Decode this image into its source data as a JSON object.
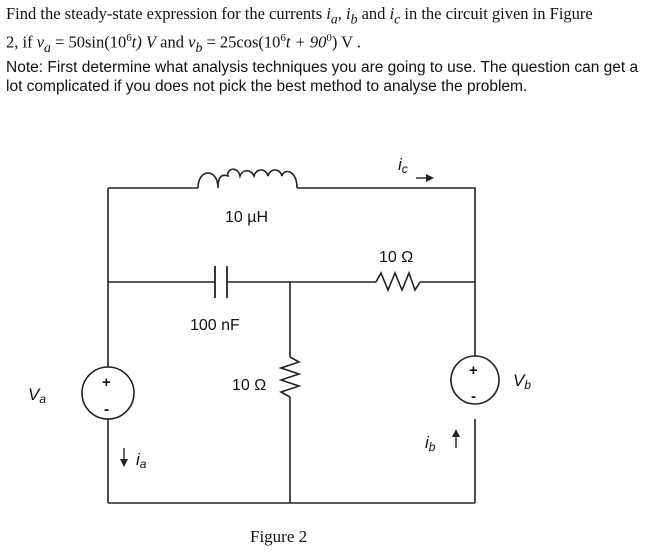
{
  "problem": {
    "line1_a": "Find the steady-state expression for the currents ",
    "ia": "i",
    "ia_sub": "a",
    "sep1": ", ",
    "ib": "i",
    "ib_sub": "b",
    "and": " and ",
    "ic": "i",
    "ic_sub": "c",
    "line1_b": " in the circuit given in Figure",
    "line2_a": "2, if ",
    "va_expr": "v",
    "va_sub": "a",
    "va_eq": " = 50sin(10",
    "exp6a": "6",
    "va_end": "t) V",
    "and2": " and ",
    "vb_expr": "v",
    "vb_sub": "b",
    "vb_eq": " = 25cos(10",
    "exp6b": "6",
    "vb_mid": "t + 90",
    "deg": "0",
    "vb_end": ") V .",
    "note": "Note: First determine what analysis techniques you are going to use. The question can get a lot complicated if you does not pick the best method to analyse the problem."
  },
  "circuit": {
    "inductor_label": "10 µH",
    "capacitor_label": "100 nF",
    "resistor_top_label": "10 Ω",
    "resistor_mid_label": "10 Ω",
    "va_label": "V",
    "va_label_sub": "a",
    "vb_label": "V",
    "vb_label_sub": "b",
    "ia_label": "i",
    "ia_label_sub": "a",
    "ib_label": "i",
    "ib_label_sub": "b",
    "ic_label": "i",
    "ic_label_sub": "c",
    "plus": "+",
    "minus": "-"
  },
  "caption": "Figure 2"
}
